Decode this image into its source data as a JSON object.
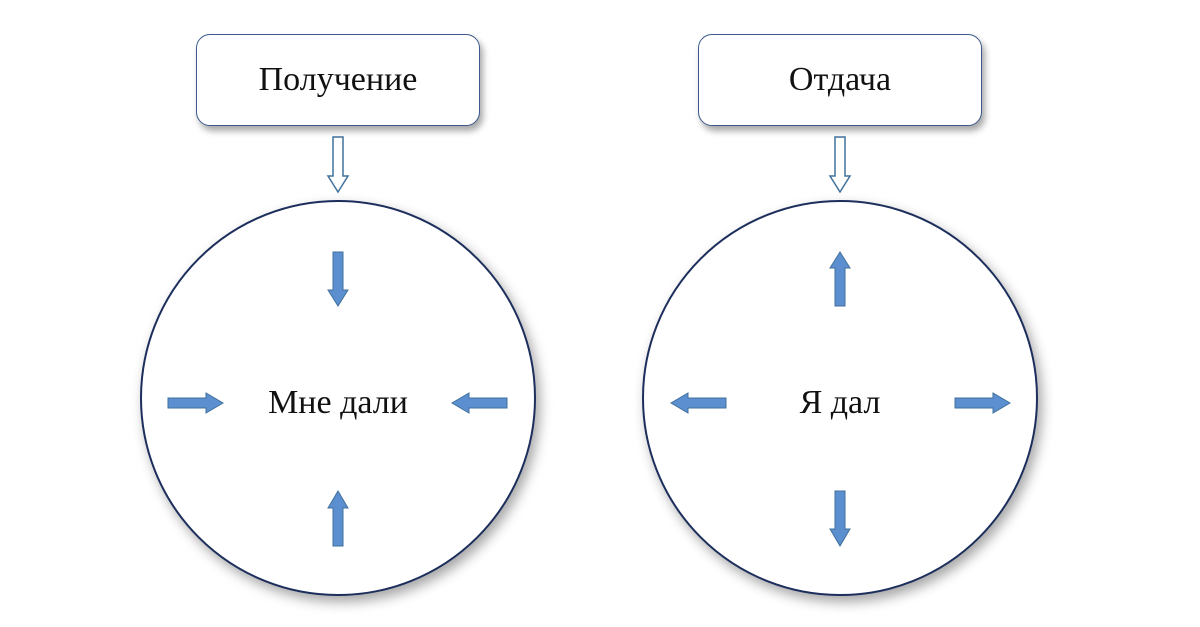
{
  "diagram": {
    "left": {
      "title": "Получение",
      "center_label": "Мне дали",
      "arrow_direction": "inward"
    },
    "right": {
      "title": "Отдача",
      "center_label": "Я дал",
      "arrow_direction": "outward"
    }
  },
  "colors": {
    "box_border": "#3c5a8c",
    "circle_border": "#1f2f5c",
    "arrow_fill": "#5b8fcf",
    "arrow_stroke": "#41719c",
    "connector_stroke": "#41719c"
  }
}
